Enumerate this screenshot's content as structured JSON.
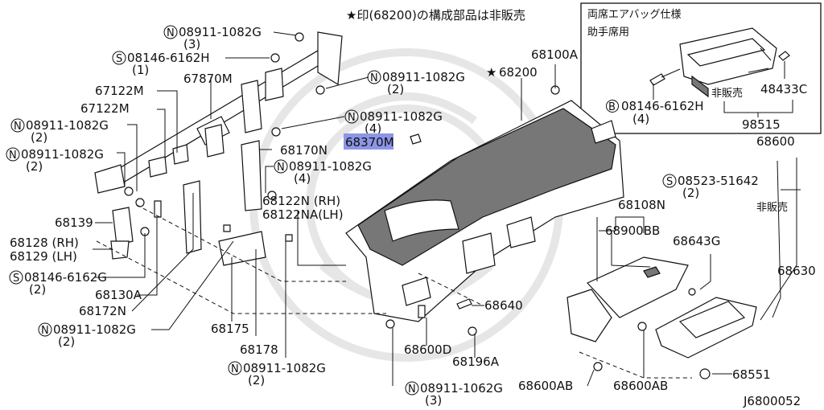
{
  "header_note": "★印(68200)の構成部品は非販売",
  "inset": {
    "title": "両席エアバッグ仕様",
    "subtitle": "助手席用",
    "not_sold": "非販売",
    "p_48433c": "48433C",
    "p_bolt_code": "B",
    "p_bolt": "08146-6162H",
    "p_bolt_qty": "(4)",
    "p_98515": "98515"
  },
  "code_n": "N",
  "code_s": "S",
  "labels": {
    "n08911_1082g_a": "08911-1082G",
    "q3": "(3)",
    "s08146_6162h": "08146-6162H",
    "q1": "(1)",
    "n08911_1082g_b": "08911-1082G",
    "q2": "(2)",
    "p67870m": "67870M",
    "p67122m_a": "67122M",
    "p67122m_b": "67122M",
    "n08911_1082g_c": "08911-1082G",
    "n08911_1082g_d": "08911-1082G",
    "n08911_1082g_e": "08911-1082G",
    "q4": "(4)",
    "p68370m": "68370M",
    "p68170n": "68170N",
    "n08911_1082g_f": "08911-1082G",
    "p68122n": "68122N (RH)",
    "p68122na": "68122NA(LH)",
    "p68139": "68139",
    "p68128": "68128 (RH)",
    "p68129": "68129 (LH)",
    "s08146_6162g": "08146-6162G",
    "p68130a": "68130A",
    "p68172n": "68172N",
    "n08911_1082g_g": "08911-1082G",
    "p68175": "68175",
    "p68178": "68178",
    "n08911_1082g_h": "08911-1082G",
    "p68100a": "68100A",
    "star": "★",
    "p68200": "68200",
    "p68600": "68600",
    "s08523_51642": "08523-51642",
    "not_sold": "非販売",
    "p68108n": "68108N",
    "p68900bb": "68900BB",
    "p68643g": "68643G",
    "p68630": "68630",
    "p68640": "68640",
    "p68600d": "68600D",
    "p68196a": "68196A",
    "p68600ab_a": "68600AB",
    "p68600ab_b": "68600AB",
    "p68551": "68551",
    "n08911_1062g": "08911-1062G",
    "diagram_id": "J6800052"
  }
}
